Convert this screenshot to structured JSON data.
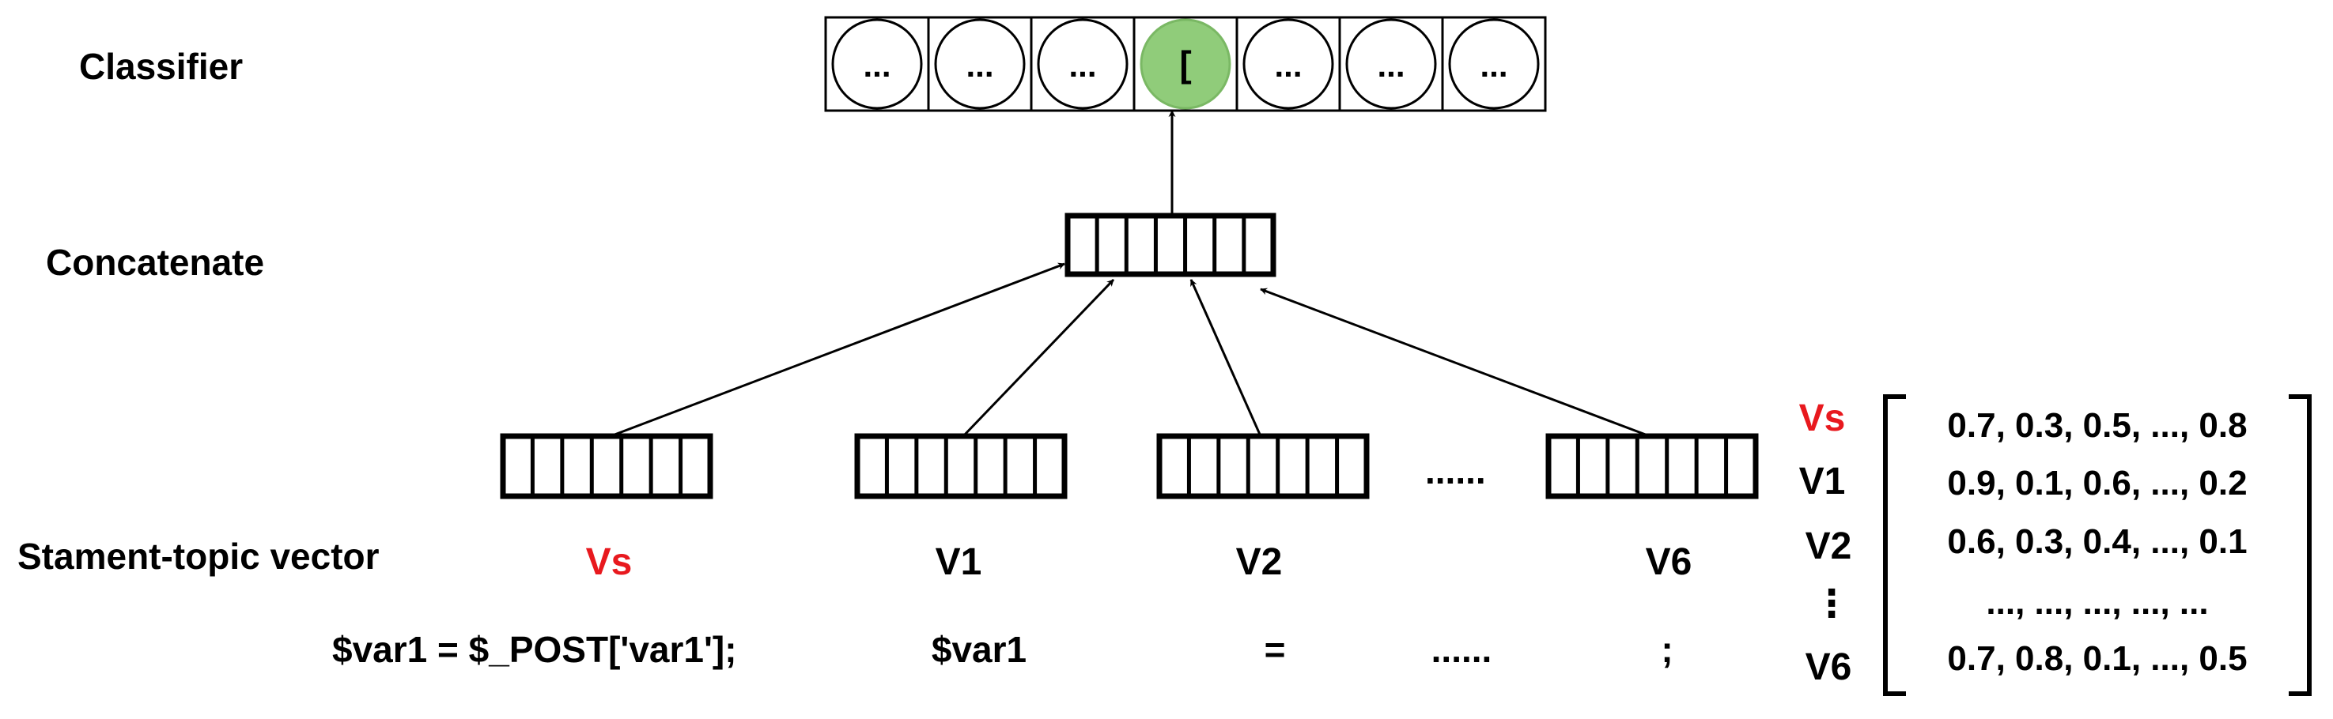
{
  "colors": {
    "ink": "#000000",
    "highlight_red": "#e8191e",
    "selected_node_fill": "#90cc7a",
    "selected_node_stroke": "#7ab864"
  },
  "row_labels": {
    "classifier": "Classifier",
    "concatenate": "Concatenate",
    "statement_topic_vector": "Stament-topic vector"
  },
  "classifier": {
    "cells": [
      "...",
      "...",
      "...",
      "[",
      "...",
      "...",
      "..."
    ],
    "selected_index": 3
  },
  "concat_vector": {
    "cells": 7
  },
  "statement_vectors": [
    {
      "label": "Vs",
      "highlight": true,
      "token": "$var1 = $_POST['var1'];",
      "cells": 7
    },
    {
      "label": "V1",
      "highlight": false,
      "token": "$var1",
      "cells": 7
    },
    {
      "label": "V2",
      "highlight": false,
      "token": "=",
      "cells": 7
    },
    {
      "label": "V6",
      "highlight": false,
      "token": ";",
      "cells": 7
    }
  ],
  "ellipsis": {
    "vectors": "......",
    "tokens": "......"
  },
  "matrix": {
    "rows": [
      {
        "label": "Vs",
        "highlight": true,
        "values": "0.7, 0.3, 0.5, ..., 0.8"
      },
      {
        "label": "V1",
        "highlight": false,
        "values": "0.9, 0.1, 0.6, ..., 0.2"
      },
      {
        "label": "V2",
        "highlight": false,
        "values": "0.6, 0.3, 0.4, ..., 0.1"
      },
      {
        "label": "⋮",
        "highlight": false,
        "values": "..., ..., ..., ..., ..."
      },
      {
        "label": "V6",
        "highlight": false,
        "values": "0.7, 0.8, 0.1, ..., 0.5"
      }
    ]
  }
}
